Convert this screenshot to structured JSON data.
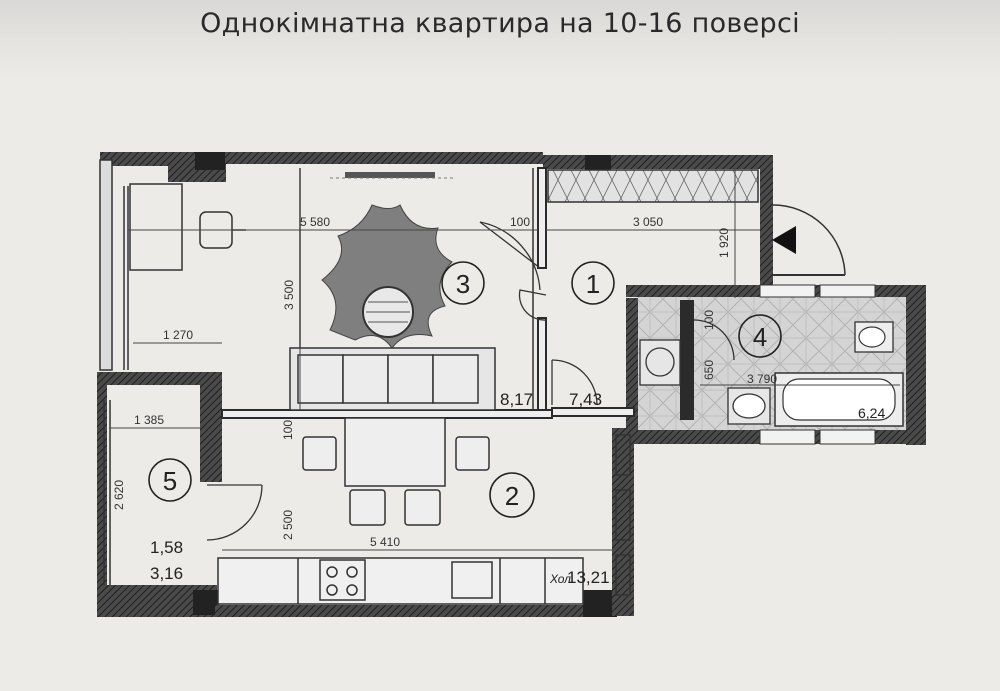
{
  "title": "Однокімнатна квартира на 10-16 поверсі",
  "rooms": [
    {
      "id": "1",
      "area": "7,43"
    },
    {
      "id": "2",
      "area": "13,21",
      "label": "Хол"
    },
    {
      "id": "3",
      "area": "8,17"
    },
    {
      "id": "4",
      "area": "6,24"
    },
    {
      "id": "5",
      "area_lines": [
        "1,58",
        "3,16"
      ]
    }
  ],
  "dimensions": {
    "d5580": "5 580",
    "d100a": "100",
    "d3050": "3 050",
    "d1920": "1 920",
    "d3500": "3 500",
    "d1270": "1 270",
    "d1385": "1 385",
    "d2620": "2 620",
    "d100b": "100",
    "d2500": "2 500",
    "d5410": "5 410",
    "d650": "650",
    "d100c": "100",
    "d3790": "3 790"
  },
  "colors": {
    "wall": "#2b2b2b",
    "line": "#3a3a3a",
    "hatch": "#9a9a9a"
  }
}
